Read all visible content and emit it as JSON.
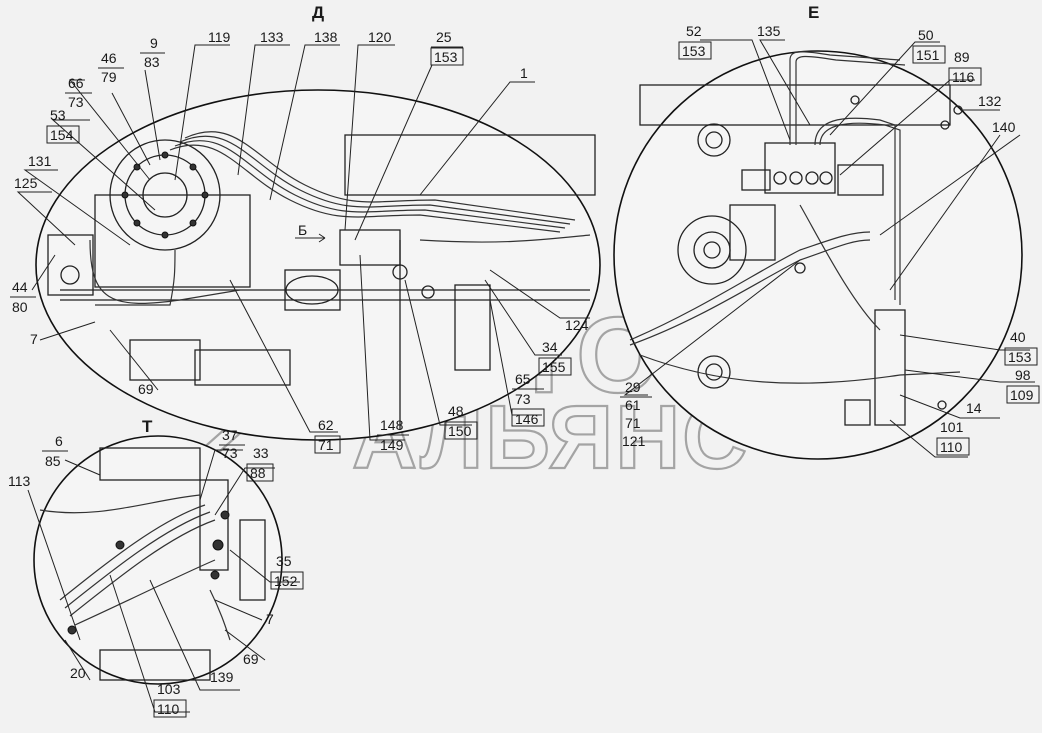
{
  "views": [
    {
      "id": "D",
      "title": "Д"
    },
    {
      "id": "E",
      "title": "Е"
    },
    {
      "id": "T",
      "title": "Т"
    }
  ],
  "arrow_label": "Б",
  "watermark": {
    "line1": "АВТО",
    "line2": "АЛЬЯНС"
  },
  "callouts": [
    {
      "id": "c1",
      "text": "9"
    },
    {
      "id": "c2",
      "text": "83"
    },
    {
      "id": "c3",
      "text": "46"
    },
    {
      "id": "c4",
      "text": "79"
    },
    {
      "id": "c5",
      "text": "119"
    },
    {
      "id": "c6",
      "text": "133"
    },
    {
      "id": "c7",
      "text": "138"
    },
    {
      "id": "c8",
      "text": "120"
    },
    {
      "id": "c9",
      "text": "25"
    },
    {
      "id": "c10",
      "text": "153"
    },
    {
      "id": "c11",
      "text": "1"
    },
    {
      "id": "c12",
      "text": "66"
    },
    {
      "id": "c13",
      "text": "73"
    },
    {
      "id": "c14",
      "text": "53"
    },
    {
      "id": "c15",
      "text": "154"
    },
    {
      "id": "c16",
      "text": "131"
    },
    {
      "id": "c17",
      "text": "125"
    },
    {
      "id": "c18",
      "text": "44"
    },
    {
      "id": "c19",
      "text": "80"
    },
    {
      "id": "c20",
      "text": "7"
    },
    {
      "id": "c21",
      "text": "69"
    },
    {
      "id": "c22",
      "text": "62"
    },
    {
      "id": "c23",
      "text": "71"
    },
    {
      "id": "c24",
      "text": "148"
    },
    {
      "id": "c25",
      "text": "149"
    },
    {
      "id": "c26",
      "text": "48"
    },
    {
      "id": "c27",
      "text": "150"
    },
    {
      "id": "c28",
      "text": "65"
    },
    {
      "id": "c29",
      "text": "73"
    },
    {
      "id": "c30",
      "text": "146"
    },
    {
      "id": "c31",
      "text": "34"
    },
    {
      "id": "c32",
      "text": "155"
    },
    {
      "id": "c33",
      "text": "124"
    },
    {
      "id": "c34",
      "text": "52"
    },
    {
      "id": "c35",
      "text": "153"
    },
    {
      "id": "c36",
      "text": "135"
    },
    {
      "id": "c37",
      "text": "50"
    },
    {
      "id": "c38",
      "text": "151"
    },
    {
      "id": "c39",
      "text": "89"
    },
    {
      "id": "c40",
      "text": "116"
    },
    {
      "id": "c41",
      "text": "132"
    },
    {
      "id": "c42",
      "text": "140"
    },
    {
      "id": "c43",
      "text": "40"
    },
    {
      "id": "c44",
      "text": "153"
    },
    {
      "id": "c45",
      "text": "98"
    },
    {
      "id": "c46",
      "text": "109"
    },
    {
      "id": "c47",
      "text": "14"
    },
    {
      "id": "c48",
      "text": "101"
    },
    {
      "id": "c49",
      "text": "110"
    },
    {
      "id": "c50",
      "text": "29"
    },
    {
      "id": "c51",
      "text": "61"
    },
    {
      "id": "c52",
      "text": "71"
    },
    {
      "id": "c53",
      "text": "121"
    },
    {
      "id": "c54",
      "text": "6"
    },
    {
      "id": "c55",
      "text": "85"
    },
    {
      "id": "c56",
      "text": "37"
    },
    {
      "id": "c57",
      "text": "73"
    },
    {
      "id": "c58",
      "text": "33"
    },
    {
      "id": "c59",
      "text": "88"
    },
    {
      "id": "c60",
      "text": "113"
    },
    {
      "id": "c61",
      "text": "35"
    },
    {
      "id": "c62",
      "text": "152"
    },
    {
      "id": "c63",
      "text": "7"
    },
    {
      "id": "c64",
      "text": "69"
    },
    {
      "id": "c65",
      "text": "20"
    },
    {
      "id": "c66",
      "text": "139"
    },
    {
      "id": "c67",
      "text": "103"
    },
    {
      "id": "c68",
      "text": "110"
    }
  ]
}
